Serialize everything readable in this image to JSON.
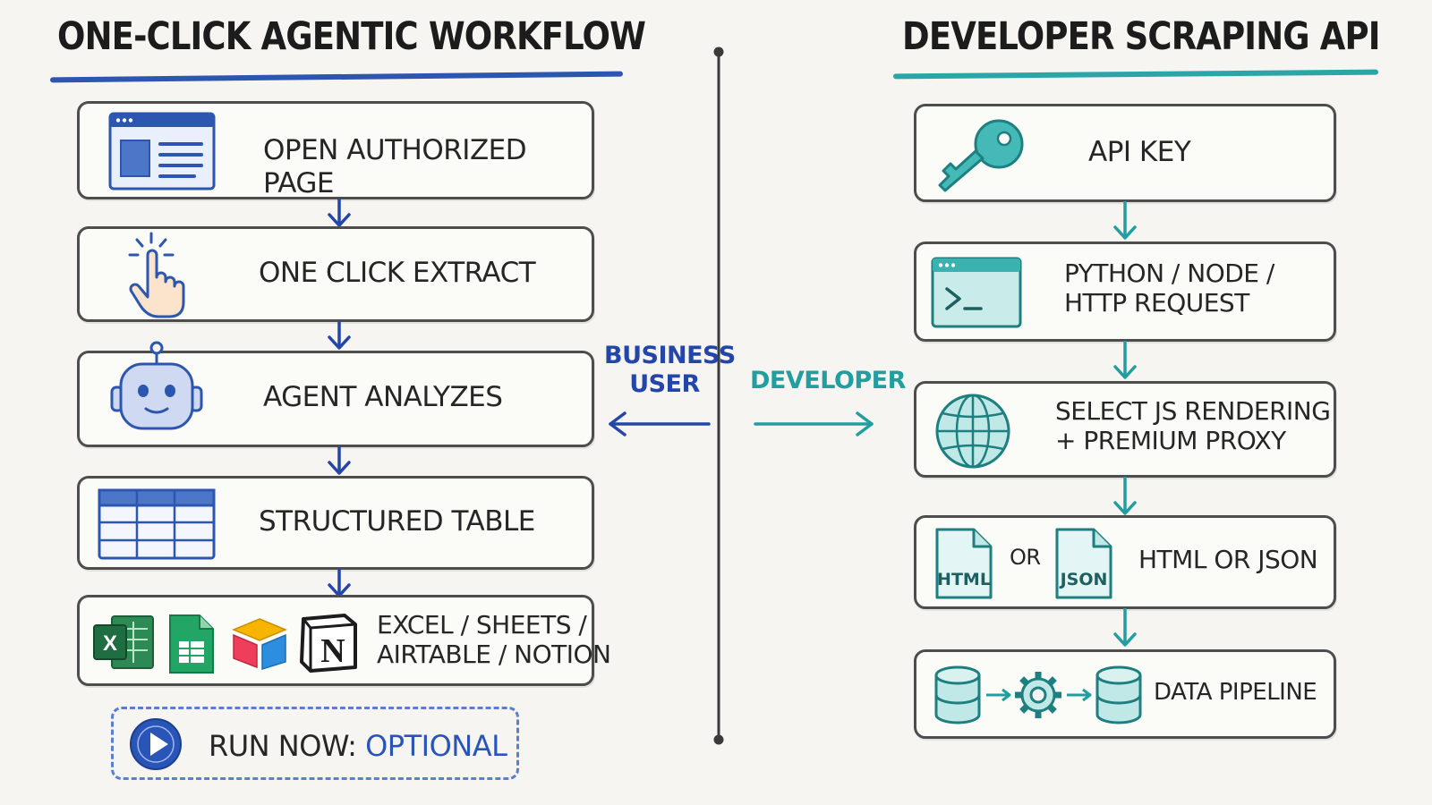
{
  "left_panel": {
    "title": "ONE-CLICK AGENTIC WORKFLOW",
    "steps": [
      {
        "label": "OPEN AUTHORIZED PAGE",
        "icon": "browser-window-icon"
      },
      {
        "label": "ONE CLICK EXTRACT",
        "icon": "pointer-click-icon"
      },
      {
        "label": "AGENT ANALYZES",
        "icon": "robot-icon"
      },
      {
        "label": "STRUCTURED TABLE",
        "icon": "table-icon"
      },
      {
        "label_line1": "EXCEL / SHEETS /",
        "label_line2": "AIRTABLE / NOTION",
        "icons": [
          "excel-icon",
          "sheets-icon",
          "airtable-icon",
          "notion-icon"
        ]
      }
    ],
    "run_now": {
      "key": "RUN NOW:",
      "value": "OPTIONAL",
      "icon": "play-icon"
    }
  },
  "center": {
    "business_user_line1": "BUSINESS",
    "business_user_line2": "USER",
    "developer": "DEVELOPER"
  },
  "right_panel": {
    "title": "DEVELOPER SCRAPING API",
    "steps": [
      {
        "label": "API KEY",
        "icon": "key-icon"
      },
      {
        "label_line1": "PYTHON / NODE /",
        "label_line2": "HTTP REQUEST",
        "icon": "terminal-icon"
      },
      {
        "label_line1": "SELECT JS RENDERING",
        "label_line2": "+ PREMIUM PROXY",
        "icon": "globe-icon"
      },
      {
        "file1": "HTML",
        "or": "OR",
        "file2": "JSON",
        "label": "HTML OR JSON"
      },
      {
        "label": "DATA PIPELINE",
        "icon": "data-pipeline-icon"
      }
    ]
  },
  "colors": {
    "left_accent": "#2d56b0",
    "right_accent": "#2aa6a8",
    "box_border": "#4d4d4d",
    "background": "#f6f5f1"
  }
}
